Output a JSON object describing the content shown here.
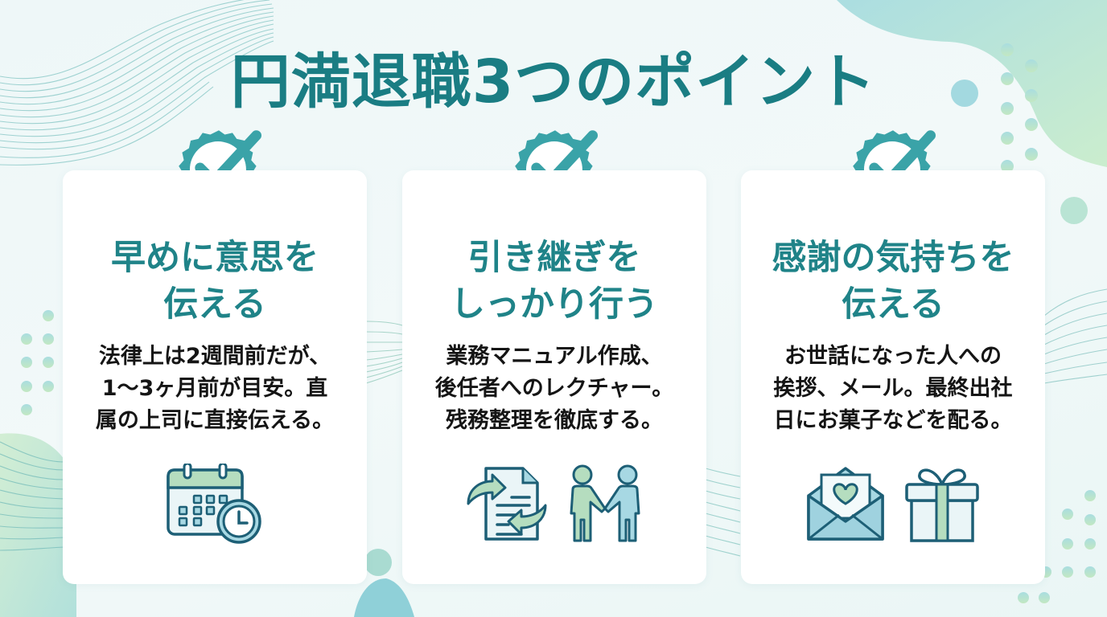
{
  "title": "円満退職3つのポイント",
  "colors": {
    "accent": "#1f8388",
    "badge": "#3aa3a8",
    "icon_stroke": "#1d5f76",
    "icon_fill_blue": "#a7d8e3",
    "icon_fill_green": "#b5ddbf",
    "body_text": "#151515"
  },
  "cards": [
    {
      "badge_icon": "check-badge-icon",
      "heading": "早めに意思を\n伝える",
      "body": "法律上は2週間前だが、\n1〜3ヶ月前が目安。直\n属の上司に直接伝える。",
      "icons": [
        "calendar-clock-icon"
      ]
    },
    {
      "badge_icon": "check-badge-icon",
      "heading": "引き継ぎを\nしっかり行う",
      "body": "業務マニュアル作成、\n後任者へのレクチャー。\n残務整理を徹底する。",
      "icons": [
        "document-transfer-icon",
        "handshake-icon"
      ]
    },
    {
      "badge_icon": "check-badge-icon",
      "heading": "感謝の気持ちを\n伝える",
      "body": "お世話になった人への\n挨拶、メール。最終出社\n日にお菓子などを配る。",
      "icons": [
        "envelope-heart-icon",
        "gift-box-icon"
      ]
    }
  ]
}
